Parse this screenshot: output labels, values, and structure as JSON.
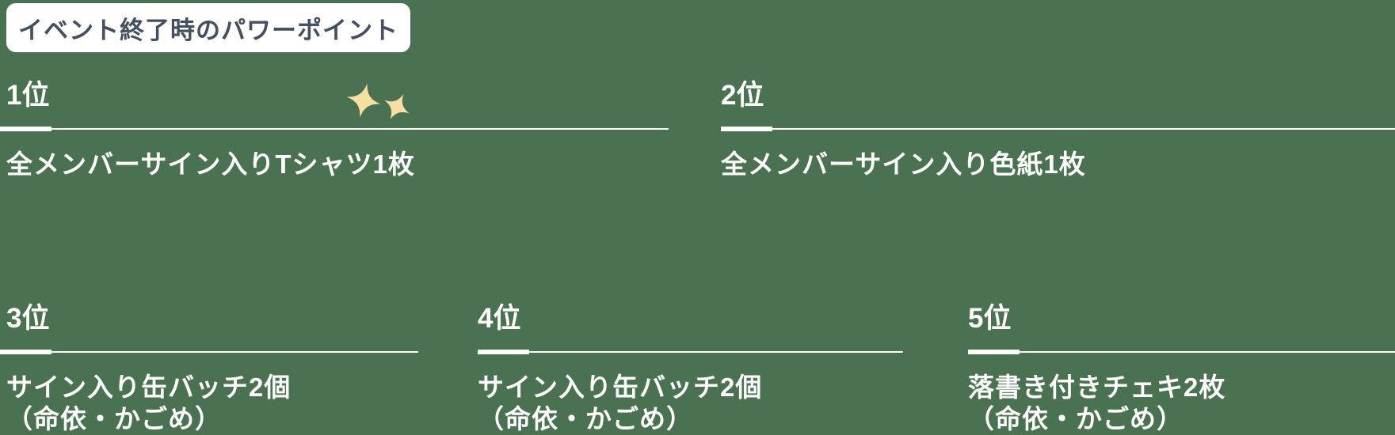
{
  "colors": {
    "background": "#4a7252",
    "text": "#fdfdfc",
    "sparkle": "#f7dfa2",
    "badge_background": "#ffffff",
    "badge_text": "#444f60"
  },
  "badge": {
    "label": "イベント終了時のパワーポイント"
  },
  "icons": {
    "sparkles": "sparkle-icon"
  },
  "sections": [
    {
      "rank": "1位",
      "prize": "全メンバーサイン入りTシャツ1枚",
      "note": ""
    },
    {
      "rank": "2位",
      "prize": "全メンバーサイン入り色紙1枚",
      "note": ""
    },
    {
      "rank": "3位",
      "prize": "サイン入り缶バッチ2個",
      "note": "（命依・かごめ）"
    },
    {
      "rank": "4位",
      "prize": "サイン入り缶バッチ2個",
      "note": "（命依・かごめ）"
    },
    {
      "rank": "5位",
      "prize": "落書き付きチェキ2枚",
      "note": "（命依・かごめ）"
    }
  ]
}
